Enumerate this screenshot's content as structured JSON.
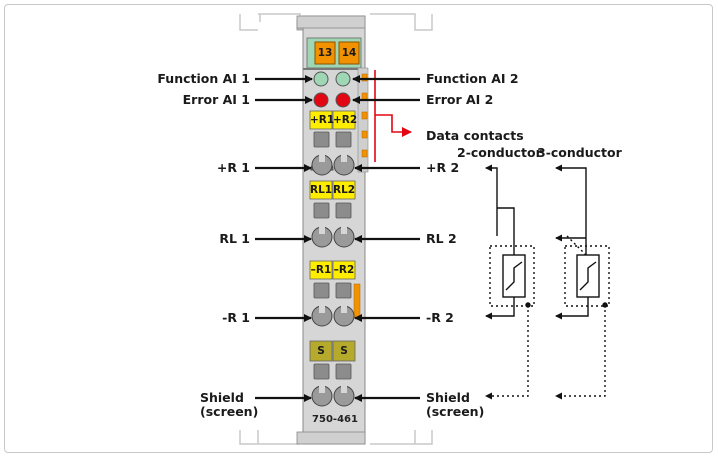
{
  "module": {
    "model": "750-461",
    "terminals": {
      "t13": "13",
      "t14": "14"
    },
    "markers": [
      {
        "left": "+R1",
        "right": "+R2"
      },
      {
        "left": "RL1",
        "right": "RL2"
      },
      {
        "left": "–R1",
        "right": "–R2"
      },
      {
        "left": "S",
        "right": "S"
      }
    ]
  },
  "labels": {
    "left": {
      "function_ai1": "Function AI 1",
      "error_ai1": "Error AI 1",
      "plus_r1": "+R 1",
      "rl1": "RL 1",
      "minus_r1": "-R 1",
      "shield": "Shield\n(screen)"
    },
    "right": {
      "function_ai2": "Function AI 2",
      "error_ai2": "Error AI 2",
      "data_contacts": "Data contacts",
      "plus_r2": "+R 2",
      "rl2": "RL 2",
      "minus_r2": "-R 2",
      "shield": "Shield\n(screen)"
    },
    "two_conductor": "2-conductor",
    "three_conductor": "3-conductor"
  },
  "colors": {
    "led_function": "#9fd6b4",
    "led_error": "#e30613",
    "terminal_orange": "#f39200",
    "marker_yellow": "#ffed00",
    "marker_shield": "#b5aa2c",
    "data_contact_arrow": "#e30613",
    "module_body": "#d6d6d6"
  }
}
